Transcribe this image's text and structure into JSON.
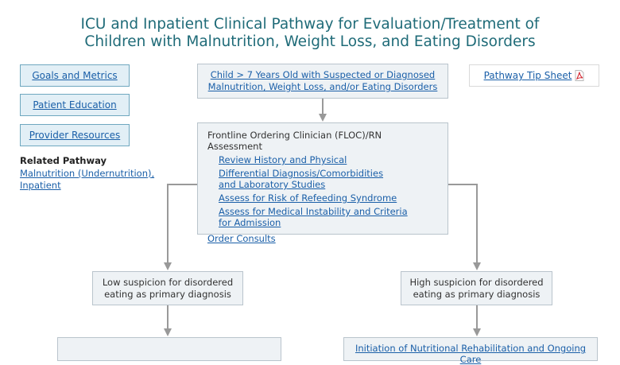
{
  "title": {
    "line1": "ICU and Inpatient Clinical Pathway for Evaluation/Treatment of",
    "line2": "Children with Malnutrition, Weight Loss, and Eating Disorders"
  },
  "sidebar": {
    "buttons": [
      {
        "label": "Goals and Metrics"
      },
      {
        "label": "Patient Education"
      },
      {
        "label": "Provider Resources"
      }
    ],
    "related_heading": "Related Pathway",
    "related_link": "Malnutrition (Undernutrition), Inpatient"
  },
  "tip_sheet": {
    "label": "Pathway Tip Sheet",
    "icon": "pdf-icon"
  },
  "flow": {
    "start": {
      "line1": "Child > 7 Years Old with Suspected or Diagnosed",
      "line2": "Malnutrition, Weight Loss, and/or Eating Disorders"
    },
    "assessment": {
      "heading": "Frontline Ordering Clinician (FLOC)/RN Assessment",
      "items": [
        "Review History and Physical",
        "Differential Diagnosis/Comorbidities and Laboratory Studies",
        "Assess for Risk of Refeeding Syndrome",
        "Assess for Medical Instability and Criteria for Admission"
      ],
      "consults": "Order Consults"
    },
    "low": {
      "line1": "Low suspicion for disordered",
      "line2": "eating as primary diagnosis"
    },
    "high": {
      "line1": "High suspicion for disordered",
      "line2": "eating as primary diagnosis"
    },
    "bottom_right": "Initiation of Nutritional Rehabilitation and Ongoing Care"
  },
  "colors": {
    "title": "#1f6b78",
    "link": "#1a5fa8",
    "box_fill": "#eef2f5",
    "side_button_fill": "#e2eff6",
    "arrow": "#999999"
  }
}
